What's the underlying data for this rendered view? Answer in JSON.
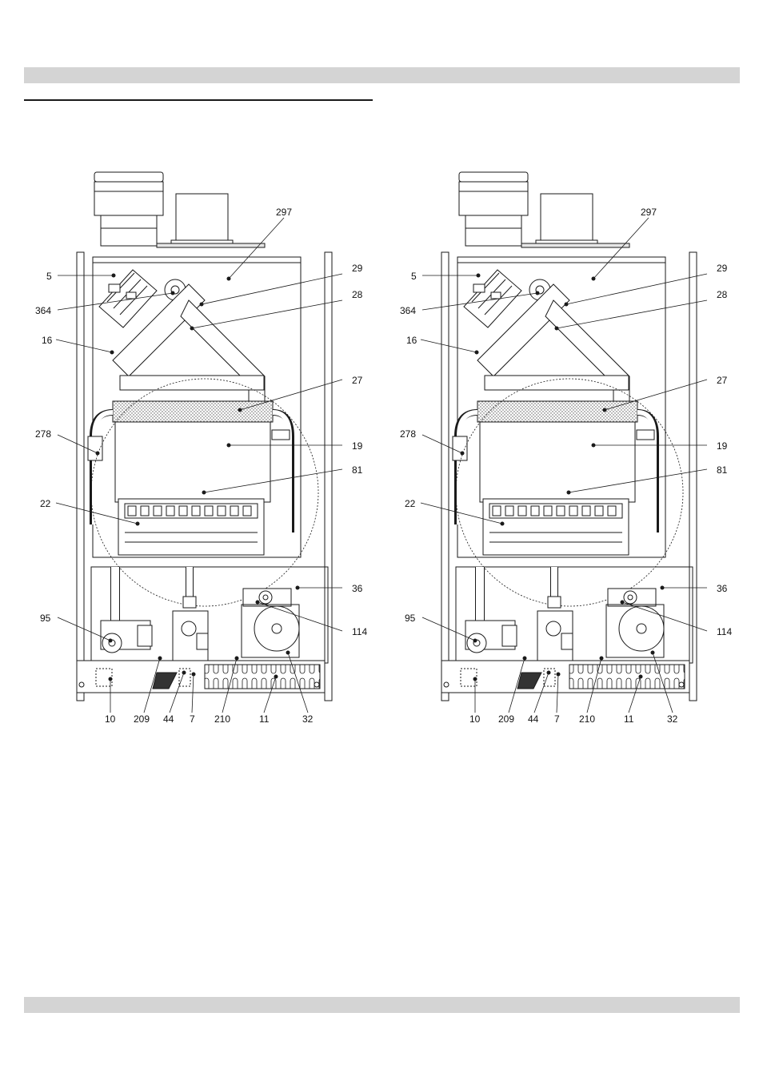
{
  "labels": {
    "l5": "5",
    "l364": "364",
    "l16": "16",
    "l278": "278",
    "l22": "22",
    "l95": "95",
    "l297": "297",
    "l29": "29",
    "l28": "28",
    "l27": "27",
    "l19": "19",
    "l81": "81",
    "l36": "36",
    "l114": "114",
    "b10": "10",
    "b209": "209",
    "b44": "44",
    "b7": "7",
    "b210": "210",
    "b11": "11",
    "b32": "32"
  },
  "colors": {
    "line": "#1a1a1a",
    "band": "#d4d4d4",
    "fill": "#ffffff",
    "shade": "#e6e6e6"
  }
}
